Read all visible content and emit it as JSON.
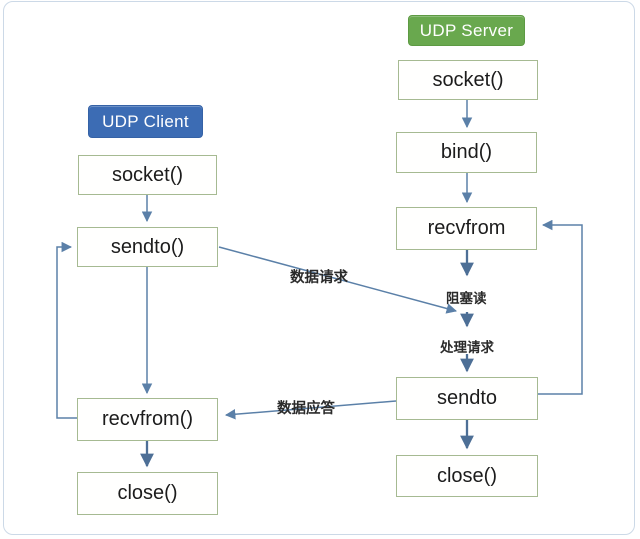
{
  "client": {
    "header": "UDP Client",
    "steps": [
      "socket()",
      "sendto()",
      "recvfrom()",
      "close()"
    ]
  },
  "server": {
    "header": "UDP Server",
    "steps": [
      "socket()",
      "bind()",
      "recvfrom",
      "sendto",
      "close()"
    ]
  },
  "labels": {
    "data_request": "数据请求",
    "blocking_read": "阻塞读",
    "process_request": "处理请求",
    "data_reply": "数据应答"
  },
  "colors": {
    "server_header_bg": "#69a84e",
    "client_header_bg": "#3c6cb4",
    "box_border": "#a6ba92",
    "arrow": "#5b80a8",
    "frame_border": "#ccd9e7"
  }
}
